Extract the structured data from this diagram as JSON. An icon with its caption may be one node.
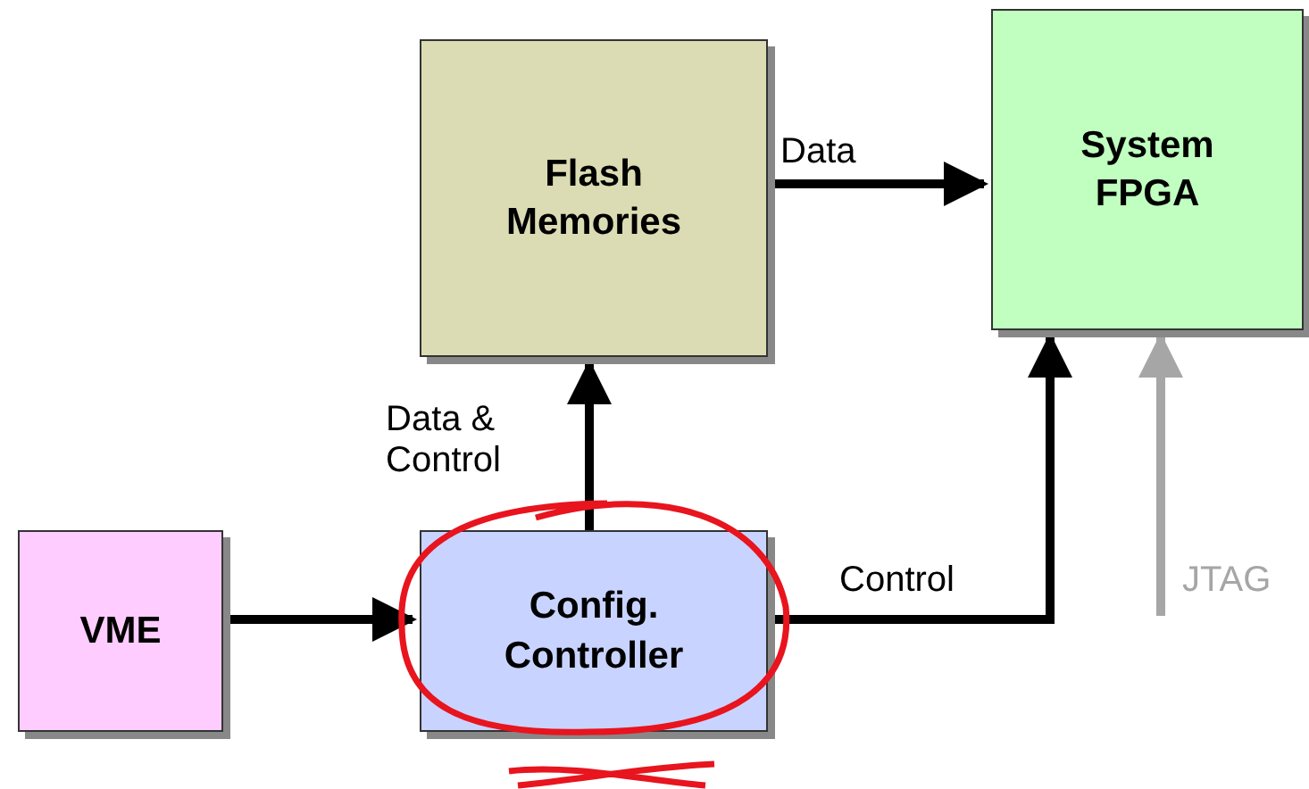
{
  "diagram": {
    "nodes": [
      {
        "text": [
          "Flash Memories"
        ]
      },
      {
        "text": [
          "System FPGA"
        ]
      },
      {
        "text": [
          "VME"
        ]
      },
      {
        "text": [
          "Config. Controller"
        ]
      }
    ],
    "edges": [
      {
        "from": 0,
        "to": 1,
        "arrow": "to",
        "label": "Data"
      },
      {
        "from": 3,
        "to": 0,
        "arrow": "to",
        "label": "Data & Control"
      },
      {
        "from": 2,
        "to": 3,
        "arrow": "to"
      },
      {
        "from": 3,
        "to": 1,
        "arrow": "to",
        "label": "Control"
      },
      {
        "from": null,
        "to": 1,
        "arrow": "to",
        "label": "JTAG",
        "color": "#a6a6a6"
      }
    ]
  }
}
